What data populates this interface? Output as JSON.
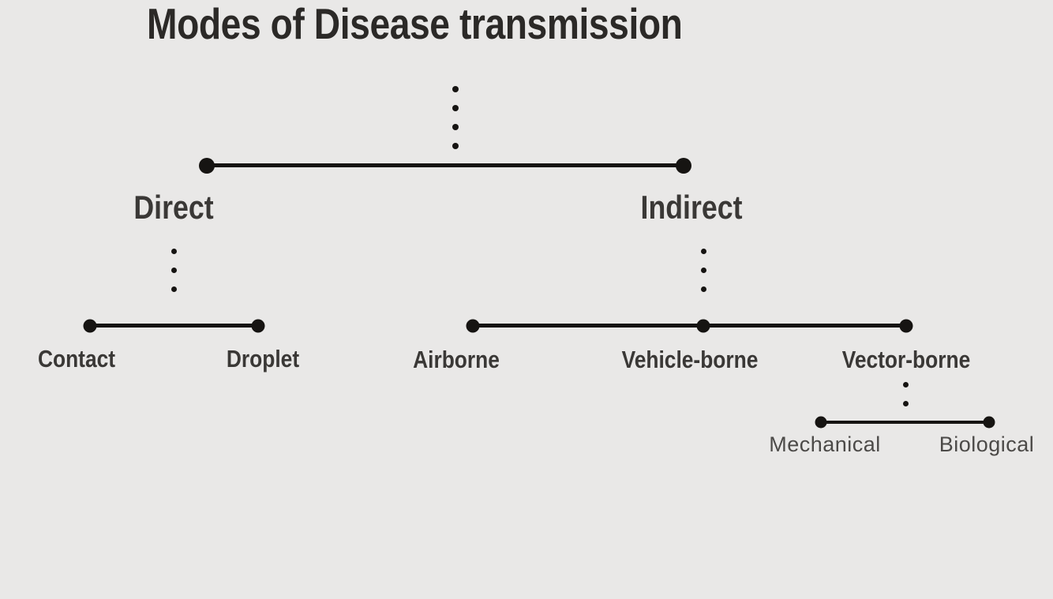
{
  "title": "Modes of Disease transmission",
  "colors": {
    "background": "#e9e8e7",
    "line": "#161412",
    "title_text": "#2b2927",
    "branch_label": "#3a3836",
    "leaf_label": "#4c4a48"
  },
  "nodes": {
    "direct": {
      "label": "Direct"
    },
    "indirect": {
      "label": "Indirect"
    },
    "contact": {
      "label": "Contact"
    },
    "droplet": {
      "label": "Droplet"
    },
    "airborne": {
      "label": "Airborne"
    },
    "vehicle_borne": {
      "label": "Vehicle-borne"
    },
    "vector_borne": {
      "label": "Vector-borne"
    },
    "mechanical": {
      "label": "Mechanical"
    },
    "biological": {
      "label": "Biological"
    }
  },
  "hierarchy": {
    "root": "Modes of Disease transmission",
    "children": [
      {
        "label": "Direct",
        "children": [
          {
            "label": "Contact"
          },
          {
            "label": "Droplet"
          }
        ]
      },
      {
        "label": "Indirect",
        "children": [
          {
            "label": "Airborne"
          },
          {
            "label": "Vehicle-borne"
          },
          {
            "label": "Vector-borne",
            "children": [
              {
                "label": "Mechanical"
              },
              {
                "label": "Biological"
              }
            ]
          }
        ]
      }
    ]
  }
}
